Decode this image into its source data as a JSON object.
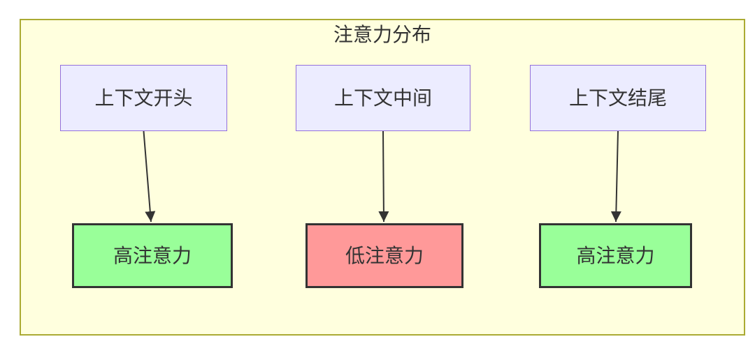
{
  "diagram": {
    "title": "注意力分布",
    "columns": [
      {
        "source": "上下文开头",
        "target": "高注意力",
        "attention": "high"
      },
      {
        "source": "上下文中间",
        "target": "低注意力",
        "attention": "low"
      },
      {
        "source": "上下文结尾",
        "target": "高注意力",
        "attention": "high"
      }
    ],
    "colors": {
      "page_bg": "#ffffff",
      "cluster_fill": "#ffffde",
      "cluster_border": "#aaaa33",
      "node_fill": "#ececff",
      "node_border": "#9370db",
      "high_fill": "#99ff99",
      "low_fill": "#ff9999",
      "result_border": "#333333",
      "text": "#333333",
      "arrow": "#333333"
    }
  }
}
